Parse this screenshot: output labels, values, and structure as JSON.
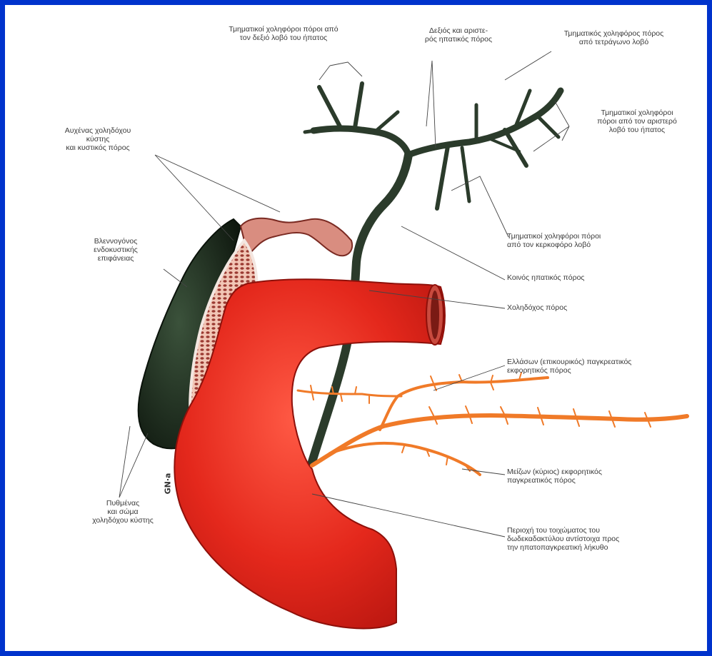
{
  "colors": {
    "frame": "#0033cc",
    "background": "#ffffff",
    "duodenum": "#e0281e",
    "gallbladder": "#1c2a1c",
    "bile_ducts": "#2a3a2a",
    "pancreatic_ducts": "#f07a28",
    "mucosa": "#d88a7c",
    "leader_lines": "#444444"
  },
  "labels": {
    "segmental_right_lobe": "Τμηματικοί χοληφόροι πόροι από\nτον δεξιό λοβό του ήπατος",
    "right_left_hepatic": "Δεξιός και αριστε-\nρός ηπατικός πόρος",
    "segmental_quadrate": "Τμηματικός χοληφόρος πόρος\nαπό τετράγωνο λοβό",
    "segmental_left_lobe": "Τμηματικοί χοληφόροι\nπόροι από τον αριστερό\nλοβό του ήπατος",
    "neck_cystic_duct": "Αυχένας χοληδόχου\nκύστης\nκαι κυστικός πόρος",
    "mucous_membrane": "Βλεννογόνος\nενδοκυστικής\nεπιφάνειας",
    "segmental_caudate": "Τμηματικοί χοληφόροι πόροι\nαπό τον κερκοφόρο λοβό",
    "common_hepatic": "Κοινός ηπατικός πόρος",
    "common_bile": "Χοληδόχος πόρος",
    "accessory_pancreatic": "Ελλάσων (επικουρικός) παγκρεατικός\nεκφορητικός πόρος",
    "main_pancreatic": "Μείζων (κύριος) εκφορητικός\nπαγκρεατικός πόρος",
    "fundus_body": "Πυθμένας\nκαι σώμα\nχοληδόχου κύστης",
    "duodenal_wall": "Περιοχή του τοιχώματος του\nδωδεκαδακτύλου αντίστοιχα προς\nτην ηπατοπαγκρεατική λήκυθο"
  },
  "signature": "GN·a"
}
